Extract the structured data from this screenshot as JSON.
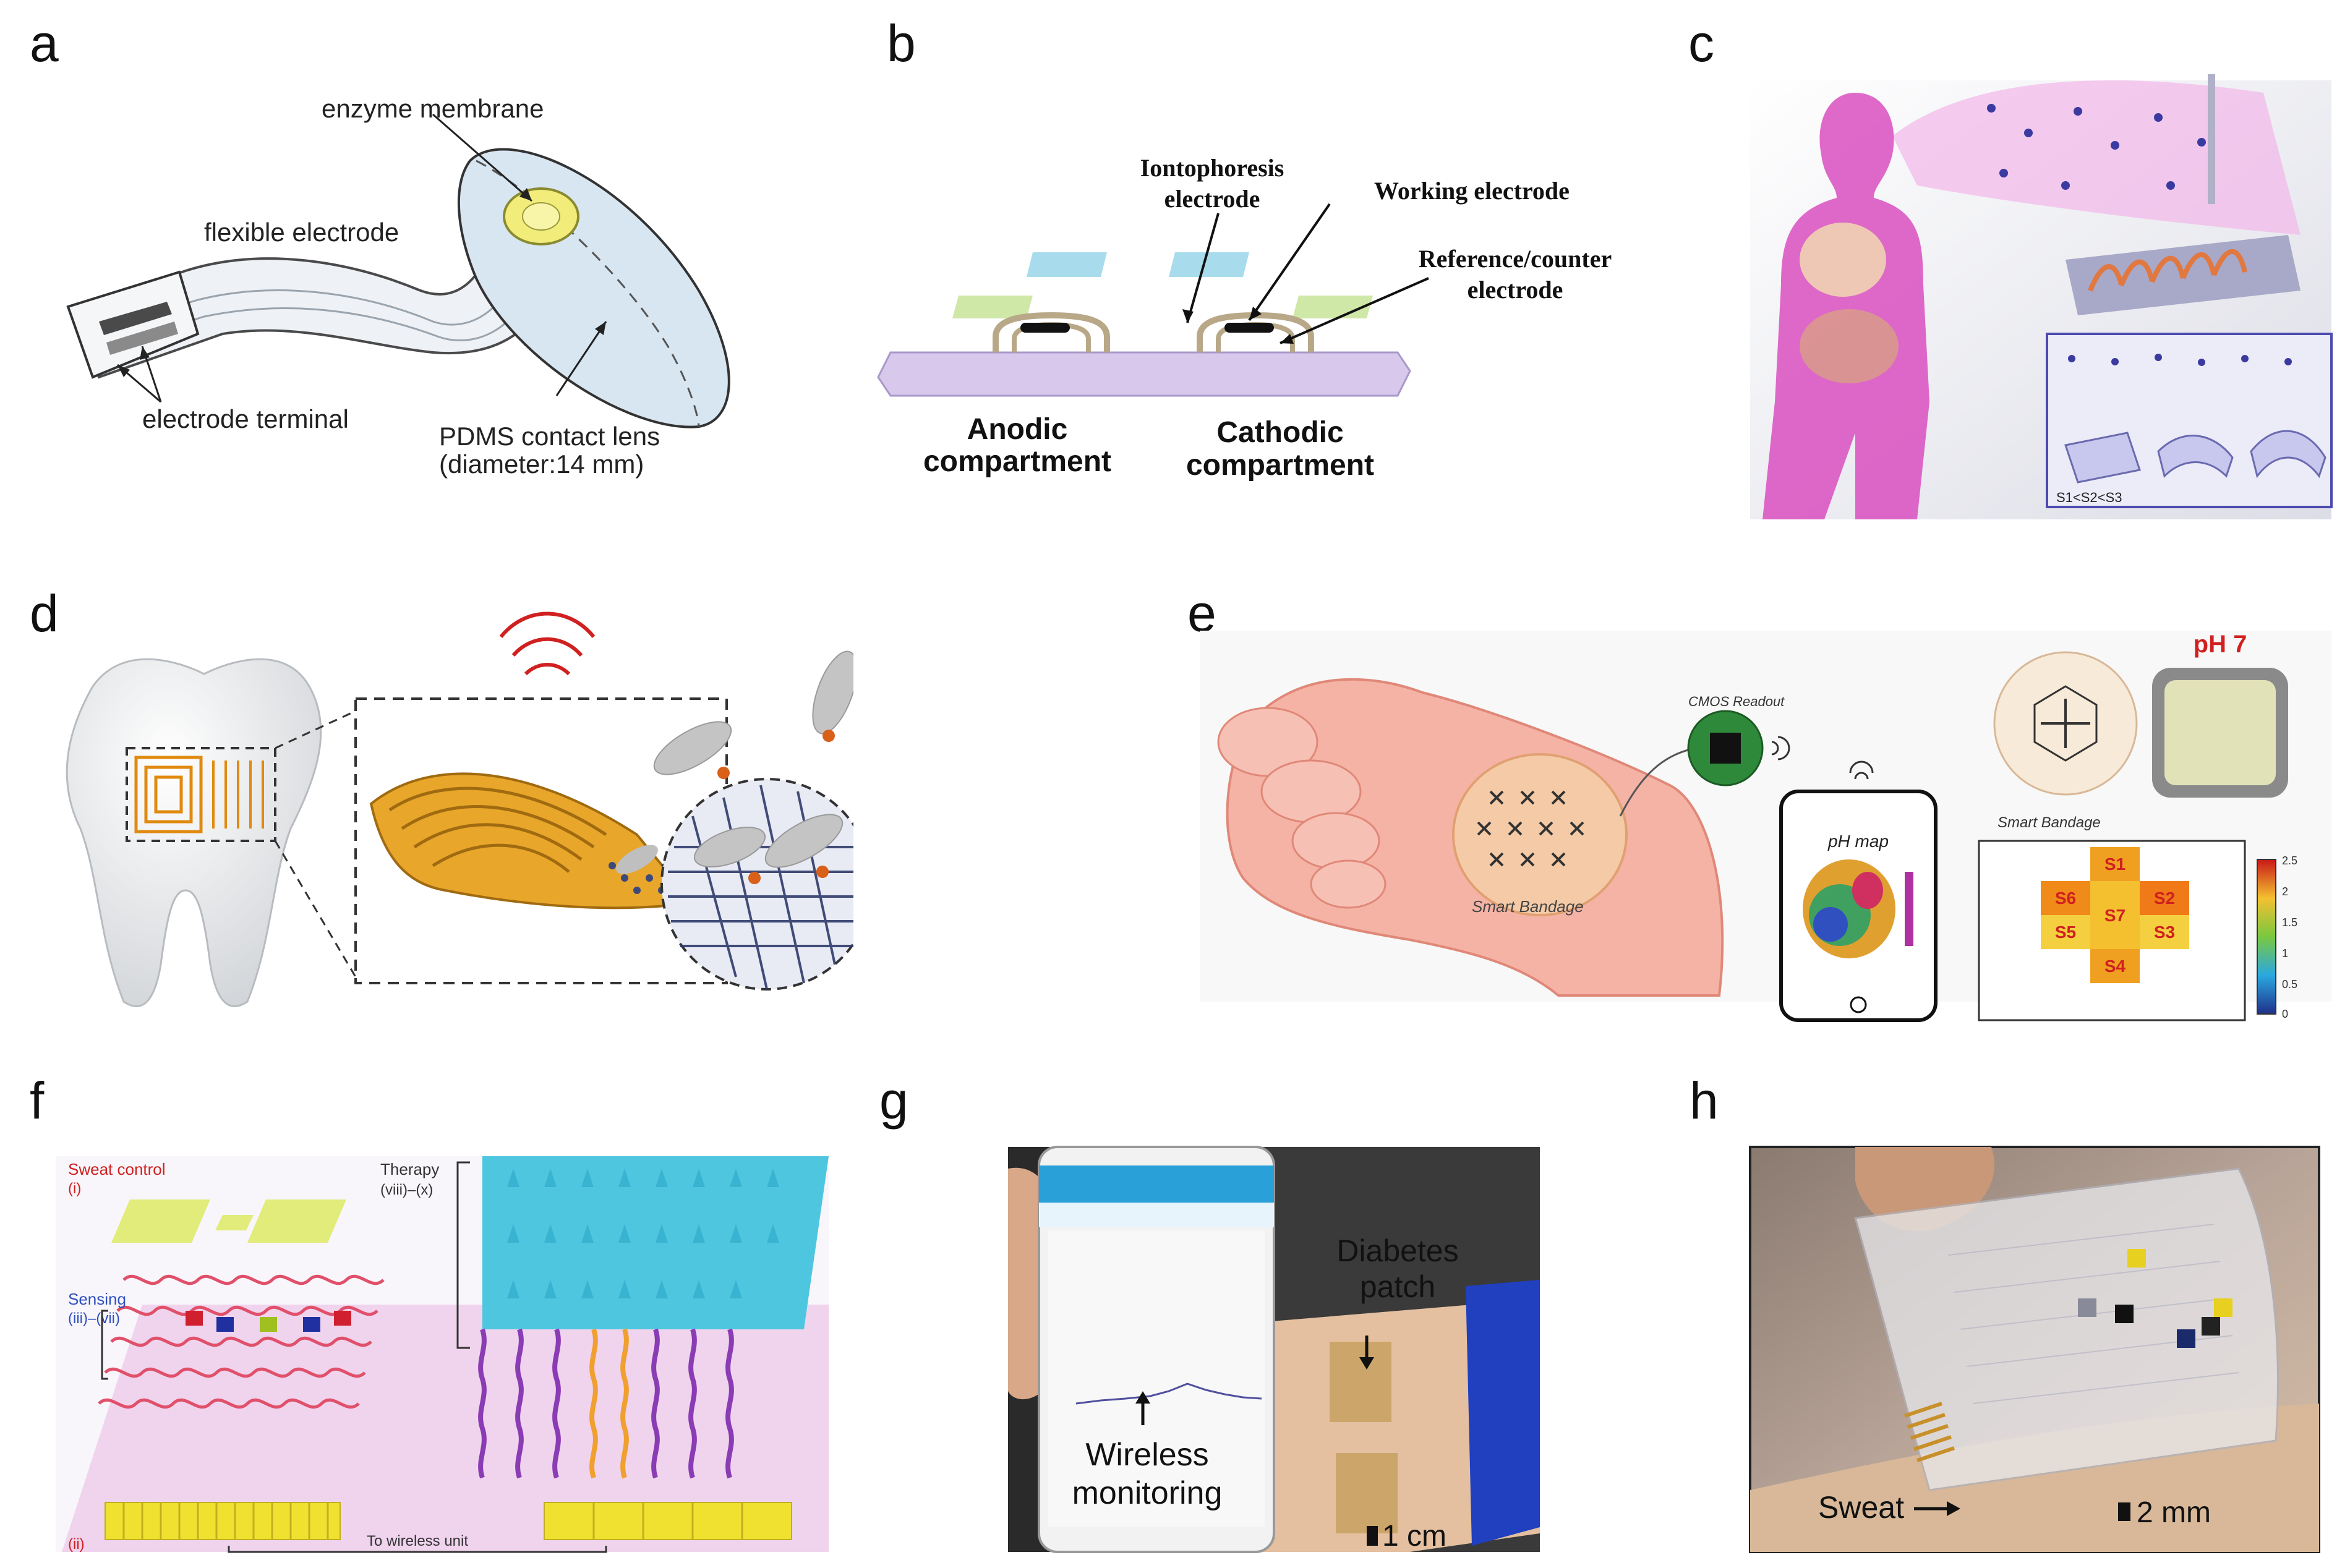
{
  "panels": {
    "a": {
      "label": "a",
      "enzyme_membrane": "enzyme membrane",
      "flexible_electrode": "flexible electrode",
      "electrode_terminal": "electrode terminal",
      "lens_line1": "PDMS contact lens",
      "lens_line2": "(diameter:14 mm)"
    },
    "b": {
      "label": "b",
      "ionto_line1": "Iontophoresis",
      "ionto_line2": "electrode",
      "working": "Working electrode",
      "ref_line1": "Reference/counter",
      "ref_line2": "electrode",
      "anodic_line1": "Anodic",
      "anodic_line2": "compartment",
      "cathodic_line1": "Cathodic",
      "cathodic_line2": "compartment"
    },
    "c": {
      "label": "c",
      "inequality": "S1<S2<S3"
    },
    "d": {
      "label": "d"
    },
    "e": {
      "label": "e",
      "cmos": "CMOS Readout",
      "bandage_left": "Smart Bandage",
      "ph_map": "pH map",
      "ph7": "pH 7",
      "bandage_right": "Smart Bandage",
      "sensors": [
        "S1",
        "S2",
        "S3",
        "S4",
        "S5",
        "S6",
        "S7"
      ],
      "colorbar_ticks": [
        "2.5",
        "2",
        "1.5",
        "1",
        "0.5",
        "0"
      ]
    },
    "f": {
      "label": "f",
      "sweat_control": "Sweat control",
      "sweat_i": "(i)",
      "therapy": "Therapy",
      "therapy_range": "(viii)–(x)",
      "sensing": "Sensing",
      "sensing_range": "(iii)–(vii)",
      "ii": "(ii)",
      "wireless": "To wireless unit"
    },
    "g": {
      "label": "g",
      "diabetes_line1": "Diabetes",
      "diabetes_line2": "patch",
      "wireless_line1": "Wireless",
      "wireless_line2": "monitoring",
      "scale": "1 cm"
    },
    "h": {
      "label": "h",
      "sweat": "Sweat",
      "scale": "2 mm"
    }
  },
  "colors": {
    "contact_lens": "#d8e6f2",
    "enzyme_yellow": "#f2ec7a",
    "anodic_substrate": "#d8c8ec",
    "iontophoresis_pad": "#a8dcec",
    "working_pad": "#cfe8a8",
    "human_pink": "#d94fc0",
    "tooth_gold": "#e8a62a",
    "graphene_navy": "#2e3a6a",
    "foot_skin": "#f5b3a6",
    "therapy_cyan": "#4ec6e0",
    "sensing_red": "#e0506a",
    "sensing_purple": "#8a3cb4",
    "sweat_yellow": "#e2ec7a"
  }
}
